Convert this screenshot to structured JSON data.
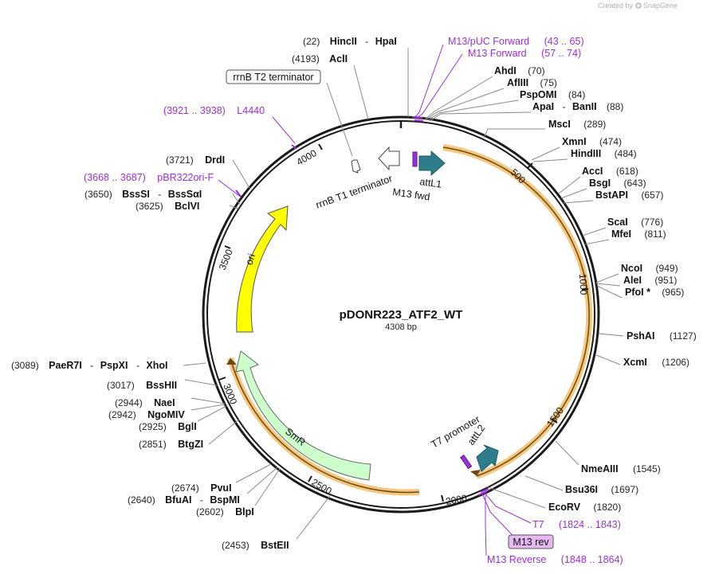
{
  "credit": {
    "prefix": "Created by",
    "brand": "SnapGene"
  },
  "plasmid": {
    "name": "pDONR223_ATF2_WT",
    "size_label": "4308 bp"
  },
  "ticks": [
    "500",
    "1000",
    "1500",
    "2000",
    "2500",
    "3000",
    "3500",
    "4000"
  ],
  "features": {
    "ori": "ori",
    "smr": "SmR",
    "attL1": "attL1",
    "attL2": "attL2",
    "m13_fwd": "M13 fwd",
    "rrnb_t1": "rrnB T1 terminator",
    "rrnb_t2": "rrnB T2 terminator",
    "t7_promoter": "T7 promoter",
    "m13_rev": "M13 rev"
  },
  "sites": [
    {
      "pos": "(22)",
      "name": "HincII",
      "sep": "-",
      "name2": "HpaI"
    },
    {
      "pos": "(4193)",
      "name": "AclI"
    },
    {
      "name": "AhdI",
      "pos": "(70)"
    },
    {
      "name": "AflIII",
      "pos": "(75)"
    },
    {
      "name": "PspOMI",
      "pos": "(84)"
    },
    {
      "name": "ApaI",
      "sep": "-",
      "name2": "BanII",
      "pos": "(88)"
    },
    {
      "name": "MscI",
      "pos": "(289)"
    },
    {
      "name": "XmnI",
      "pos": "(474)"
    },
    {
      "name": "HindIII",
      "pos": "(484)"
    },
    {
      "name": "AccI",
      "pos": "(618)"
    },
    {
      "name": "BsgI",
      "pos": "(643)"
    },
    {
      "name": "BstAPI",
      "pos": "(657)"
    },
    {
      "name": "ScaI",
      "pos": "(776)"
    },
    {
      "name": "MfeI",
      "pos": "(811)"
    },
    {
      "name": "NcoI",
      "pos": "(949)"
    },
    {
      "name": "AleI",
      "pos": "(951)"
    },
    {
      "name": "PfoI *",
      "pos": "(965)"
    },
    {
      "name": "PshAI",
      "pos": "(1127)"
    },
    {
      "name": "XcmI",
      "pos": "(1206)"
    },
    {
      "name": "NmeAIII",
      "pos": "(1545)"
    },
    {
      "name": "Bsu36I",
      "pos": "(1697)"
    },
    {
      "name": "EcoRV",
      "pos": "(1820)"
    },
    {
      "pos": "(2453)",
      "name": "BstEII"
    },
    {
      "pos": "(2602)",
      "name": "BlpI"
    },
    {
      "pos": "(2640)",
      "name": "BfuAI",
      "sep": "-",
      "name2": "BspMI"
    },
    {
      "pos": "(2674)",
      "name": "PvuI"
    },
    {
      "pos": "(2851)",
      "name": "BtgZI"
    },
    {
      "pos": "(2925)",
      "name": "BglI"
    },
    {
      "pos": "(2942)",
      "name": "NgoMIV"
    },
    {
      "pos": "(2944)",
      "name": "NaeI"
    },
    {
      "pos": "(3017)",
      "name": "BssHII"
    },
    {
      "pos": "(3089)",
      "name": "PaeR7I",
      "sep": "-",
      "name2": "PspXI",
      "sep2": "-",
      "name3": "XhoI"
    },
    {
      "pos": "(3625)",
      "name": "BclVI"
    },
    {
      "pos": "(3650)",
      "name": "BssSI",
      "sep": "-",
      "name2": "BssSαI"
    },
    {
      "pos": "(3721)",
      "name": "DrdI"
    }
  ],
  "primers": [
    {
      "name": "M13/pUC Forward",
      "range": "(43 .. 65)"
    },
    {
      "name": "M13 Forward",
      "range": "(57 .. 74)"
    },
    {
      "name": "T7",
      "range": "(1824 .. 1843)"
    },
    {
      "name": "M13 Reverse",
      "range": "(1848 .. 1864)"
    },
    {
      "range": "(3668 .. 3687)",
      "name": "pBR322ori-F"
    },
    {
      "range": "(3921 .. 3938)",
      "name": "L4440"
    }
  ],
  "colors": {
    "backbone": "#1a1a1a",
    "ori": "#ffff00",
    "smr": "#ccffcc",
    "att": "#2e7d8c",
    "insert_highlight": "#f5c77e",
    "primer": "#9b30d9",
    "m13_rev_fill": "#e8b8f5"
  }
}
